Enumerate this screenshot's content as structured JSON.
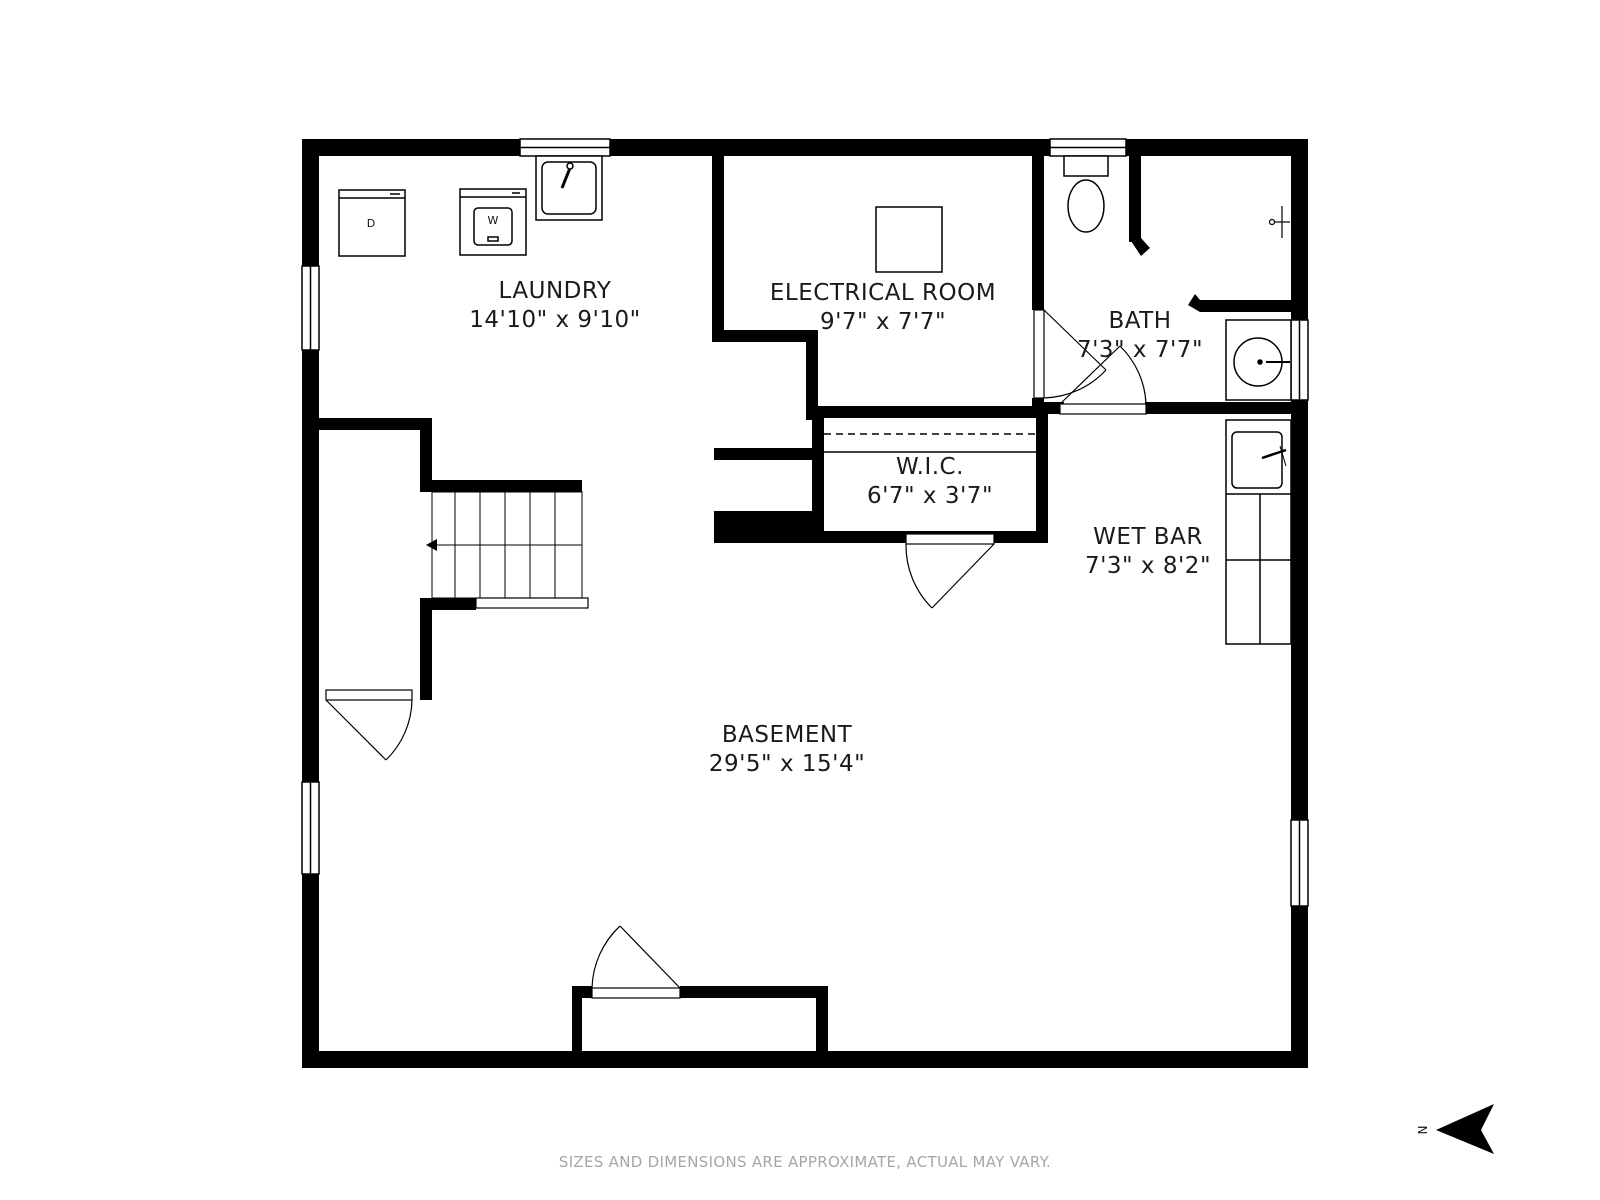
{
  "colors": {
    "wall": "#000000",
    "background": "#ffffff",
    "fixture_stroke": "#000000",
    "disclaimer_text": "#a6a6a6"
  },
  "rooms": {
    "laundry": {
      "name": "LAUNDRY",
      "dims": "14'10\" x 9'10\""
    },
    "electrical": {
      "name": "ELECTRICAL ROOM",
      "dims": "9'7\" x 7'7\""
    },
    "bath": {
      "name": "BATH",
      "dims": "7'3\" x 7'7\""
    },
    "wic": {
      "name": "W.I.C.",
      "dims": "6'7\" x 3'7\""
    },
    "wet_bar": {
      "name": "WET BAR",
      "dims": "7'3\" x 8'2\""
    },
    "basement": {
      "name": "BASEMENT",
      "dims": "29'5\" x 15'4\""
    }
  },
  "appliances": {
    "dryer": "D",
    "washer": "W"
  },
  "compass": {
    "direction": "N",
    "icon": "north-arrow-icon"
  },
  "disclaimer": "SIZES AND DIMENSIONS ARE APPROXIMATE, ACTUAL MAY VARY."
}
